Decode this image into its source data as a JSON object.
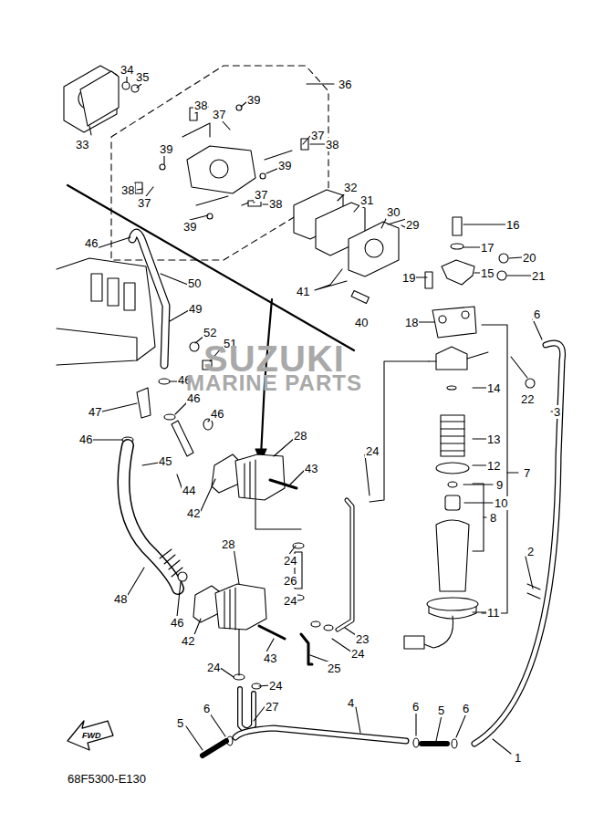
{
  "diagram": {
    "labels": [
      "34",
      "35",
      "33",
      "36",
      "38",
      "37",
      "39",
      "39",
      "38",
      "37",
      "39",
      "37",
      "38",
      "37",
      "38",
      "39",
      "32",
      "31",
      "30",
      "29",
      "16",
      "17",
      "20",
      "15",
      "21",
      "19",
      "41",
      "40",
      "18",
      "6",
      "22",
      "14",
      "13",
      "7",
      "12",
      "9",
      "10",
      "8",
      "11",
      "3",
      "2",
      "1",
      "24",
      "23",
      "24",
      "46",
      "50",
      "49",
      "52",
      "51",
      "46",
      "46",
      "47",
      "46",
      "46",
      "45",
      "44",
      "28",
      "43",
      "42",
      "24",
      "26",
      "28",
      "24",
      "48",
      "46",
      "42",
      "43",
      "25",
      "24",
      "24",
      "27",
      "4",
      "6",
      "5",
      "6",
      "5",
      "6",
      "FWD",
      "68F5300-E130",
      "SUZUKI",
      "MARINE PARTS"
    ]
  }
}
